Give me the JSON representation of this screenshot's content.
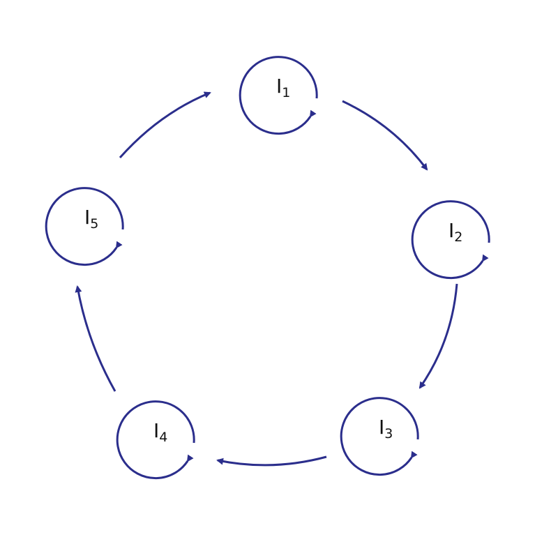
{
  "diagram": {
    "type": "cycle",
    "stroke_color": "#2b2e8c",
    "label_color": "#111111",
    "nodes": [
      {
        "id": "I1",
        "label": "I",
        "subscript": "1",
        "self_loop": true
      },
      {
        "id": "I2",
        "label": "I",
        "subscript": "2",
        "self_loop": true
      },
      {
        "id": "I3",
        "label": "I",
        "subscript": "3",
        "self_loop": true
      },
      {
        "id": "I4",
        "label": "I",
        "subscript": "4",
        "self_loop": true
      },
      {
        "id": "I5",
        "label": "I",
        "subscript": "5",
        "self_loop": true
      }
    ],
    "edges": [
      {
        "from": "I1",
        "to": "I2"
      },
      {
        "from": "I2",
        "to": "I3"
      },
      {
        "from": "I3",
        "to": "I4"
      },
      {
        "from": "I4",
        "to": "I5"
      },
      {
        "from": "I5",
        "to": "I1"
      }
    ]
  }
}
